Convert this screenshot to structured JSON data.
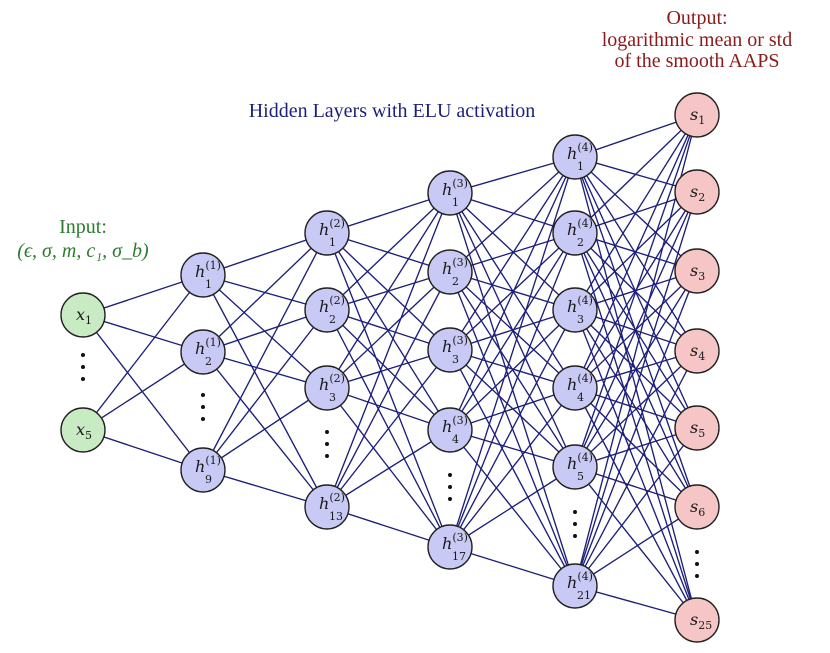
{
  "titles": {
    "input_heading": "Input:",
    "input_vars": "(ϵ, σ, m, c₁, σ_b)",
    "hidden_heading": "Hidden Layers with ELU activation",
    "output_heading": "Output:",
    "output_line2": "logarithmic mean or std",
    "output_line3": "of the smooth AAPS"
  },
  "network": {
    "input_nodes": [
      {
        "var": "x",
        "sub": "1"
      },
      {
        "var": "x",
        "sub": "5"
      }
    ],
    "hidden_layer_1": {
      "layer_index": "1",
      "nodes": [
        {
          "var": "h",
          "sub": "1"
        },
        {
          "var": "h",
          "sub": "2"
        },
        {
          "var": "h",
          "sub": "9"
        }
      ]
    },
    "hidden_layer_2": {
      "layer_index": "2",
      "nodes": [
        {
          "var": "h",
          "sub": "1"
        },
        {
          "var": "h",
          "sub": "2"
        },
        {
          "var": "h",
          "sub": "3"
        },
        {
          "var": "h",
          "sub": "13"
        }
      ]
    },
    "hidden_layer_3": {
      "layer_index": "3",
      "nodes": [
        {
          "var": "h",
          "sub": "1"
        },
        {
          "var": "h",
          "sub": "2"
        },
        {
          "var": "h",
          "sub": "3"
        },
        {
          "var": "h",
          "sub": "4"
        },
        {
          "var": "h",
          "sub": "17"
        }
      ]
    },
    "hidden_layer_4": {
      "layer_index": "4",
      "nodes": [
        {
          "var": "h",
          "sub": "1"
        },
        {
          "var": "h",
          "sub": "2"
        },
        {
          "var": "h",
          "sub": "3"
        },
        {
          "var": "h",
          "sub": "4"
        },
        {
          "var": "h",
          "sub": "5"
        },
        {
          "var": "h",
          "sub": "21"
        }
      ]
    },
    "output_nodes": [
      {
        "var": "s",
        "sub": "1"
      },
      {
        "var": "s",
        "sub": "2"
      },
      {
        "var": "s",
        "sub": "3"
      },
      {
        "var": "s",
        "sub": "4"
      },
      {
        "var": "s",
        "sub": "5"
      },
      {
        "var": "s",
        "sub": "6"
      },
      {
        "var": "s",
        "sub": "25"
      }
    ]
  },
  "colors": {
    "input_fill": "#c8ebc4",
    "hidden_fill": "#c9c9f5",
    "output_fill": "#f6c6c6",
    "edge": "#1c1f7a",
    "input_text": "#2e7d2e",
    "hidden_text": "#1c1f7a",
    "output_text": "#8b1a1a"
  }
}
